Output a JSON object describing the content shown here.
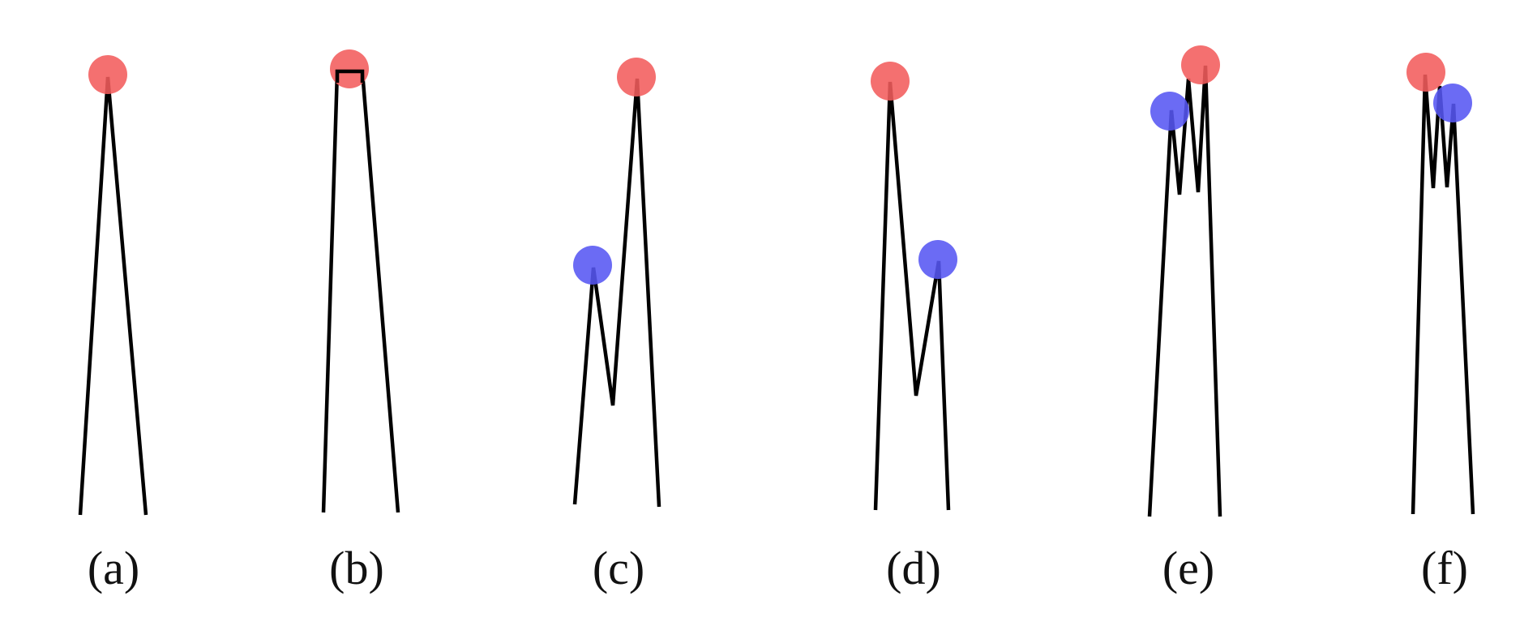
{
  "colors": {
    "background": "#ffffff",
    "line": "#000000",
    "primary_marker": "#f25c5c",
    "secondary_marker": "#5656f2"
  },
  "panels": [
    {
      "label": "(a)",
      "markers": [
        "primary"
      ]
    },
    {
      "label": "(b)",
      "markers": [
        "primary"
      ]
    },
    {
      "label": "(c)",
      "markers": [
        "secondary",
        "primary"
      ]
    },
    {
      "label": "(d)",
      "markers": [
        "primary",
        "secondary"
      ]
    },
    {
      "label": "(e)",
      "markers": [
        "secondary",
        "primary"
      ]
    },
    {
      "label": "(f)",
      "markers": [
        "primary",
        "secondary"
      ]
    }
  ]
}
